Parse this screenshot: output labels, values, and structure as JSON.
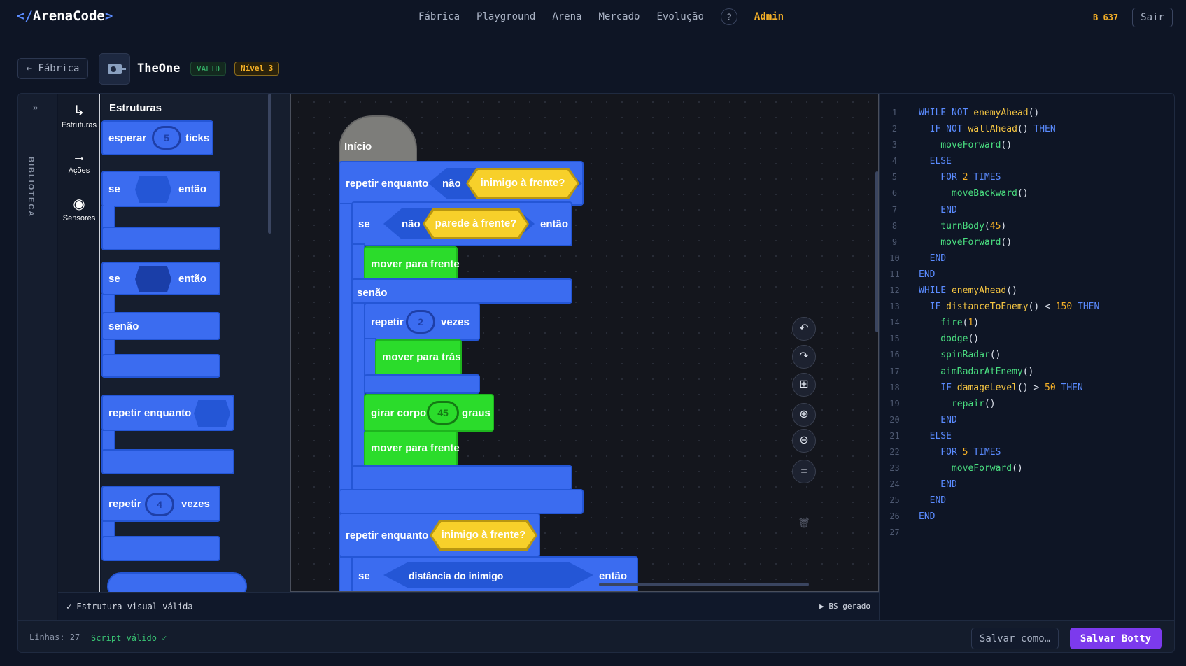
{
  "app": {
    "logo_open": "</",
    "logo_name": "ArenaCode",
    "logo_close": ">"
  },
  "nav": {
    "items": [
      "Fábrica",
      "Playground",
      "Arena",
      "Mercado",
      "Evolução"
    ],
    "help": "?",
    "admin": "Admin"
  },
  "header": {
    "coins": "B 637",
    "logout": "Sair"
  },
  "bot": {
    "back": "← Fábrica",
    "name": "TheOne",
    "status": "VALID",
    "level": "Nível 3"
  },
  "library": {
    "toggle": "»",
    "label": "BIBLIOTECA",
    "categories": [
      {
        "icon": "↳",
        "label": "Estruturas"
      },
      {
        "icon": "→",
        "label": "Ações"
      },
      {
        "icon": "◉",
        "label": "Sensores"
      }
    ],
    "flyout_title": "Estruturas",
    "palette": {
      "wait": "esperar",
      "wait_val": "5",
      "ticks": "ticks",
      "if": "se",
      "then": "então",
      "if2": "se",
      "then2": "então",
      "else": "senão",
      "while": "repetir enquanto",
      "repeat": "repetir",
      "repeat_val": "4",
      "times": "vezes"
    }
  },
  "canvas": {
    "start": "Início",
    "while1": "repetir enquanto",
    "not1": "não",
    "enemy_ahead": "inimigo à frente?",
    "if": "se",
    "not2": "não",
    "wall_ahead": "parede à frente?",
    "then": "então",
    "move_forward_1": "mover para frente",
    "else": "senão",
    "repeat": "repetir",
    "repeat_val": "2",
    "times": "vezes",
    "move_back": "mover para trás",
    "turn": "girar corpo",
    "turn_val": "45",
    "degrees": "graus",
    "move_forward_2": "mover para frente",
    "while2": "repetir enquanto",
    "enemy_ahead_2": "inimigo à frente?",
    "if2": "se",
    "distance": "distância do inimigo",
    "then2": "então"
  },
  "controls": {
    "undo": "↶",
    "redo": "↷",
    "fit": "⊞",
    "zoom_in": "⊕",
    "zoom_out": "⊖",
    "reset": "=",
    "trash": "🗑"
  },
  "status": {
    "visual_ok": "✓ Estrutura visual válida",
    "generated": "▶ BS gerado"
  },
  "code_lines": [
    [
      [
        "kw",
        "WHILE NOT "
      ],
      [
        "fy",
        "enemyAhead"
      ],
      [
        "pn",
        "()"
      ]
    ],
    [
      [
        "kw",
        "  IF NOT "
      ],
      [
        "fy",
        "wallAhead"
      ],
      [
        "pn",
        "() "
      ],
      [
        "kw",
        "THEN"
      ]
    ],
    [
      [
        "fn",
        "    moveForward"
      ],
      [
        "pn",
        "()"
      ]
    ],
    [
      [
        "kw",
        "  ELSE"
      ]
    ],
    [
      [
        "kw",
        "    FOR "
      ],
      [
        "nm",
        "2"
      ],
      [
        "kw",
        " TIMES"
      ]
    ],
    [
      [
        "fn",
        "      moveBackward"
      ],
      [
        "pn",
        "()"
      ]
    ],
    [
      [
        "kw",
        "    END"
      ]
    ],
    [
      [
        "fn",
        "    turnBody"
      ],
      [
        "pn",
        "("
      ],
      [
        "nm",
        "45"
      ],
      [
        "pn",
        ")"
      ]
    ],
    [
      [
        "fn",
        "    moveForward"
      ],
      [
        "pn",
        "()"
      ]
    ],
    [
      [
        "kw",
        "  END"
      ]
    ],
    [
      [
        "kw",
        "END"
      ]
    ],
    [
      [
        "kw",
        "WHILE "
      ],
      [
        "fy",
        "enemyAhead"
      ],
      [
        "pn",
        "()"
      ]
    ],
    [
      [
        "kw",
        "  IF "
      ],
      [
        "fy",
        "distanceToEnemy"
      ],
      [
        "pn",
        "() < "
      ],
      [
        "nm",
        "150"
      ],
      [
        "kw",
        " THEN"
      ]
    ],
    [
      [
        "fn",
        "    fire"
      ],
      [
        "pn",
        "("
      ],
      [
        "nm",
        "1"
      ],
      [
        "pn",
        ")"
      ]
    ],
    [
      [
        "fn",
        "    dodge"
      ],
      [
        "pn",
        "()"
      ]
    ],
    [
      [
        "fn",
        "    spinRadar"
      ],
      [
        "pn",
        "()"
      ]
    ],
    [
      [
        "fn",
        "    aimRadarAtEnemy"
      ],
      [
        "pn",
        "()"
      ]
    ],
    [
      [
        "kw",
        "    IF "
      ],
      [
        "fy",
        "damageLevel"
      ],
      [
        "pn",
        "() > "
      ],
      [
        "nm",
        "50"
      ],
      [
        "kw",
        " THEN"
      ]
    ],
    [
      [
        "fn",
        "      repair"
      ],
      [
        "pn",
        "()"
      ]
    ],
    [
      [
        "kw",
        "    END"
      ]
    ],
    [
      [
        "kw",
        "  ELSE"
      ]
    ],
    [
      [
        "kw",
        "    FOR "
      ],
      [
        "nm",
        "5"
      ],
      [
        "kw",
        " TIMES"
      ]
    ],
    [
      [
        "fn",
        "      moveForward"
      ],
      [
        "pn",
        "()"
      ]
    ],
    [
      [
        "kw",
        "    END"
      ]
    ],
    [
      [
        "kw",
        "  END"
      ]
    ],
    [
      [
        "kw",
        "END"
      ]
    ],
    [
      [
        "pn",
        ""
      ]
    ]
  ],
  "footer": {
    "lines": "Linhas: 27",
    "valid": "Script válido ✓",
    "save_as": "Salvar como…",
    "save": "Salvar Botty"
  },
  "colors": {
    "accent": "#7c3aed",
    "block_blue": "#3b6cf0",
    "block_green": "#2bdc2b",
    "sensor_yellow": "#f7d02a",
    "gold": "#f5b027"
  }
}
